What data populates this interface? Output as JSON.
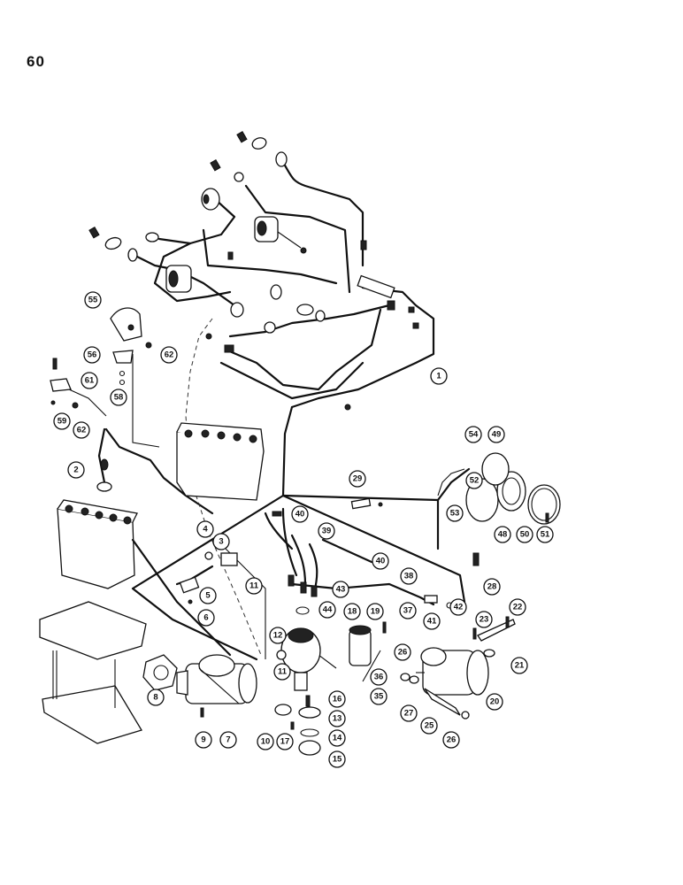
{
  "page": {
    "number": "60"
  },
  "callouts": [
    "1",
    "2",
    "3",
    "4",
    "5",
    "6",
    "7",
    "8",
    "9",
    "10",
    "11",
    "11",
    "12",
    "13",
    "14",
    "15",
    "16",
    "17",
    "18",
    "19",
    "20",
    "21",
    "22",
    "23",
    "25",
    "26",
    "26",
    "27",
    "28",
    "29",
    "35",
    "36",
    "37",
    "38",
    "39",
    "40",
    "40",
    "41",
    "42",
    "43",
    "44",
    "48",
    "49",
    "50",
    "51",
    "52",
    "53",
    "54",
    "55",
    "56",
    "58",
    "59",
    "61",
    "62",
    "62"
  ]
}
